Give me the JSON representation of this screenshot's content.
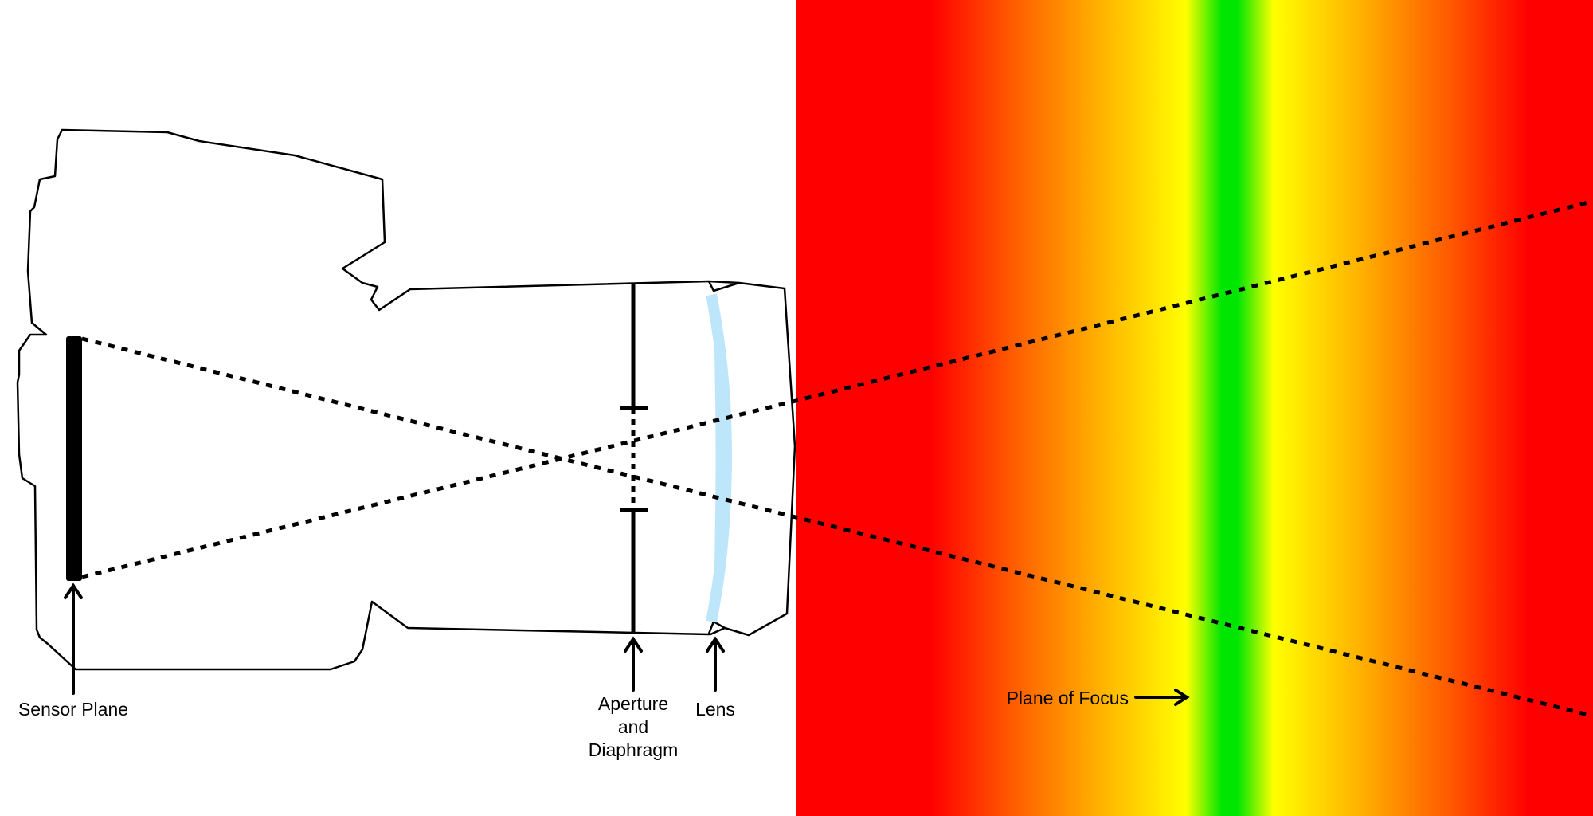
{
  "labels": {
    "sensor": "Sensor Plane",
    "aperture_line1": "Aperture",
    "aperture_line2": "and",
    "aperture_line3": "Diaphragm",
    "lens": "Lens",
    "focus": "Plane of Focus"
  },
  "colors": {
    "out_of_focus": "#ff0000",
    "transition": "#ffff00",
    "in_focus": "#00e600",
    "lens_glass": "#bde6fb"
  }
}
